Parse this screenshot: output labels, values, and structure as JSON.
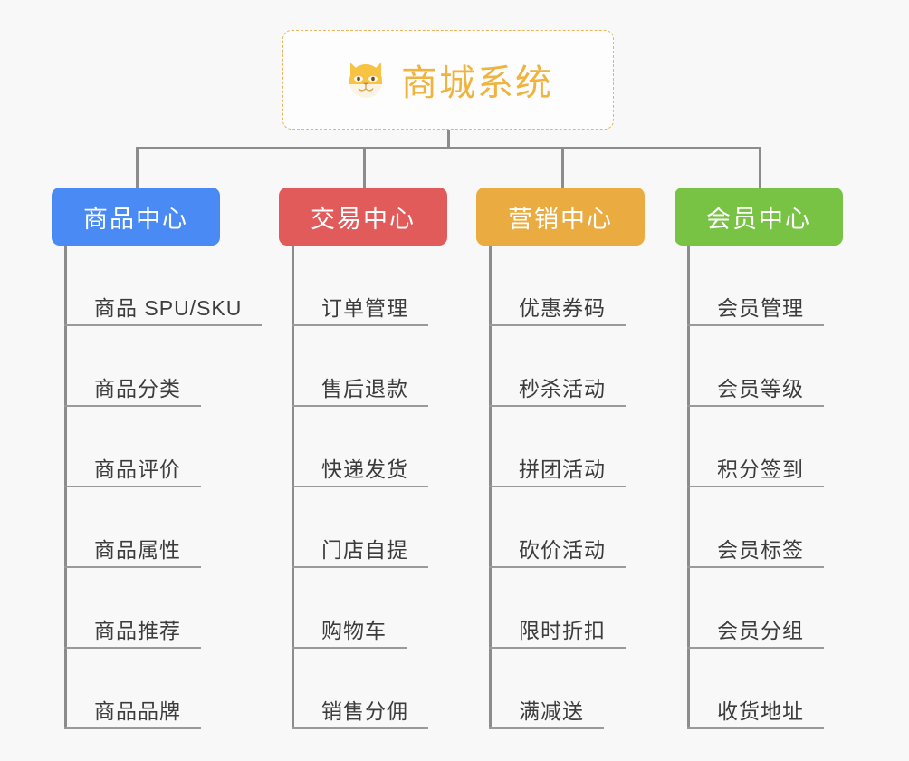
{
  "diagram": {
    "title": "商城系统",
    "background_color": "#f8f8f8",
    "root": {
      "label": "商城系统",
      "icon": "shiba-dog-face-icon",
      "icon_glyph": "🐕",
      "text_color": "#efb33e",
      "border_color": "#e8b55a",
      "border_style": "dashed",
      "fill_color": "#fdfdfd"
    },
    "connector_color": "#8c8c8c",
    "categories": [
      {
        "label": "商品中心",
        "color": "#4a8af4",
        "items": [
          "商品 SPU/SKU",
          "商品分类",
          "商品评价",
          "商品属性",
          "商品推荐",
          "商品品牌"
        ]
      },
      {
        "label": "交易中心",
        "color": "#e25b5b",
        "items": [
          "订单管理",
          "售后退款",
          "快递发货",
          "门店自提",
          "购物车",
          "销售分佣"
        ]
      },
      {
        "label": "营销中心",
        "color": "#eaab40",
        "items": [
          "优惠券码",
          "秒杀活动",
          "拼团活动",
          "砍价活动",
          "限时折扣",
          "满减送"
        ]
      },
      {
        "label": "会员中心",
        "color": "#78c244",
        "items": [
          "会员管理",
          "会员等级",
          "积分签到",
          "会员标签",
          "会员分组",
          "收货地址"
        ]
      }
    ]
  }
}
